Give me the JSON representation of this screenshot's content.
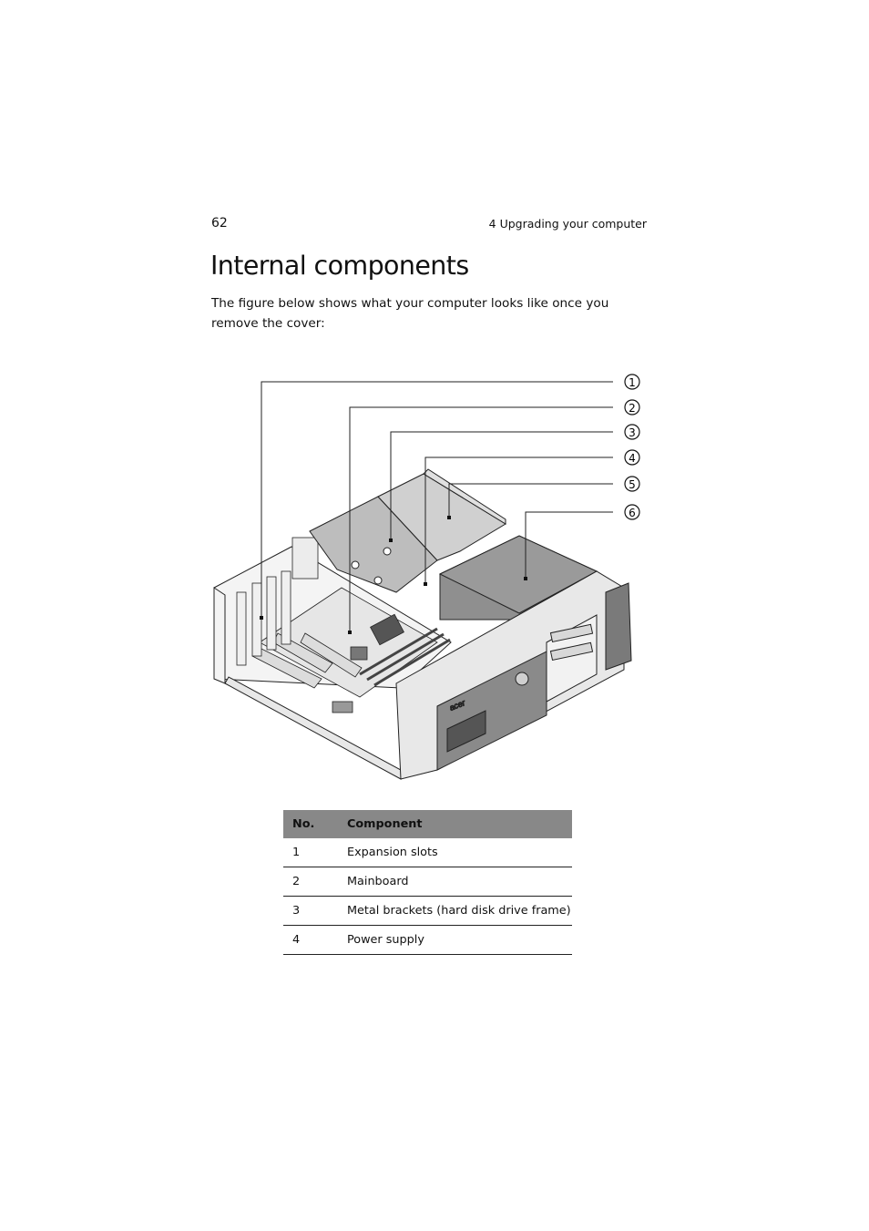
{
  "header": {
    "page_number": "62",
    "chapter": "4 Upgrading your computer"
  },
  "title": "Internal components",
  "intro": "The figure below shows what your computer looks like once you remove the cover:",
  "figure": {
    "callouts": [
      "1",
      "2",
      "3",
      "4",
      "5",
      "6"
    ],
    "brand": "acer"
  },
  "table": {
    "headers": [
      "No.",
      "Component"
    ],
    "rows": [
      [
        "1",
        "Expansion slots"
      ],
      [
        "2",
        "Mainboard"
      ],
      [
        "3",
        "Metal brackets (hard disk drive frame)"
      ],
      [
        "4",
        "Power supply"
      ]
    ]
  }
}
